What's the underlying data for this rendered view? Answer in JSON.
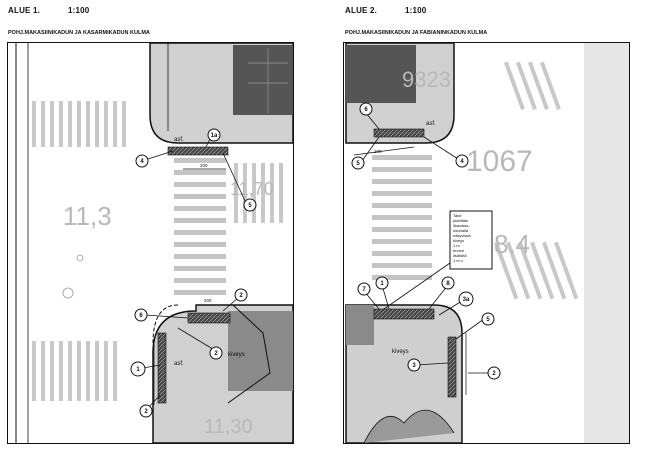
{
  "alue1": {
    "title": "ALUE 1.",
    "scale": "1:100",
    "subtitle": "POHJ.MAKASIINIKADUN JA KASARMIKADUN KULMA",
    "number_big": "11,3",
    "number_bottom": "11,30",
    "number_right": "11,70",
    "asf_top": "asf.",
    "asf_bottom": "asf.",
    "kiveys": "kiveys",
    "dim_top": "200",
    "dim_bottom": "200",
    "markers": [
      "1",
      "1a",
      "2",
      "2",
      "2",
      "4",
      "5",
      "6"
    ]
  },
  "alue2": {
    "title": "ALUE 2.",
    "scale": "1:100",
    "subtitle": "POHJ.MAKASIINIKADUN JA FABIANINKADUN KULMA",
    "number_top": "9323",
    "number_mid": "1067",
    "number_right": "8.4",
    "asf_top": "asf.",
    "kiveys": "kiveys",
    "dim_top": "200",
    "note": [
      "Talot",
      "pidetään",
      "lihavaiss-",
      "nauhalla",
      "näkyvissä",
      "kiveys",
      "1 m",
      "ennen",
      "lisätöitä",
      "1 m v."
    ],
    "markers": [
      "1",
      "2",
      "3",
      "3a",
      "4",
      "5",
      "6",
      "7",
      "8"
    ]
  },
  "colors": {
    "grey_light": "#c8c8c8",
    "grey_mid": "#8a8a8a",
    "grey_dark": "#555555",
    "line": "#111111"
  }
}
